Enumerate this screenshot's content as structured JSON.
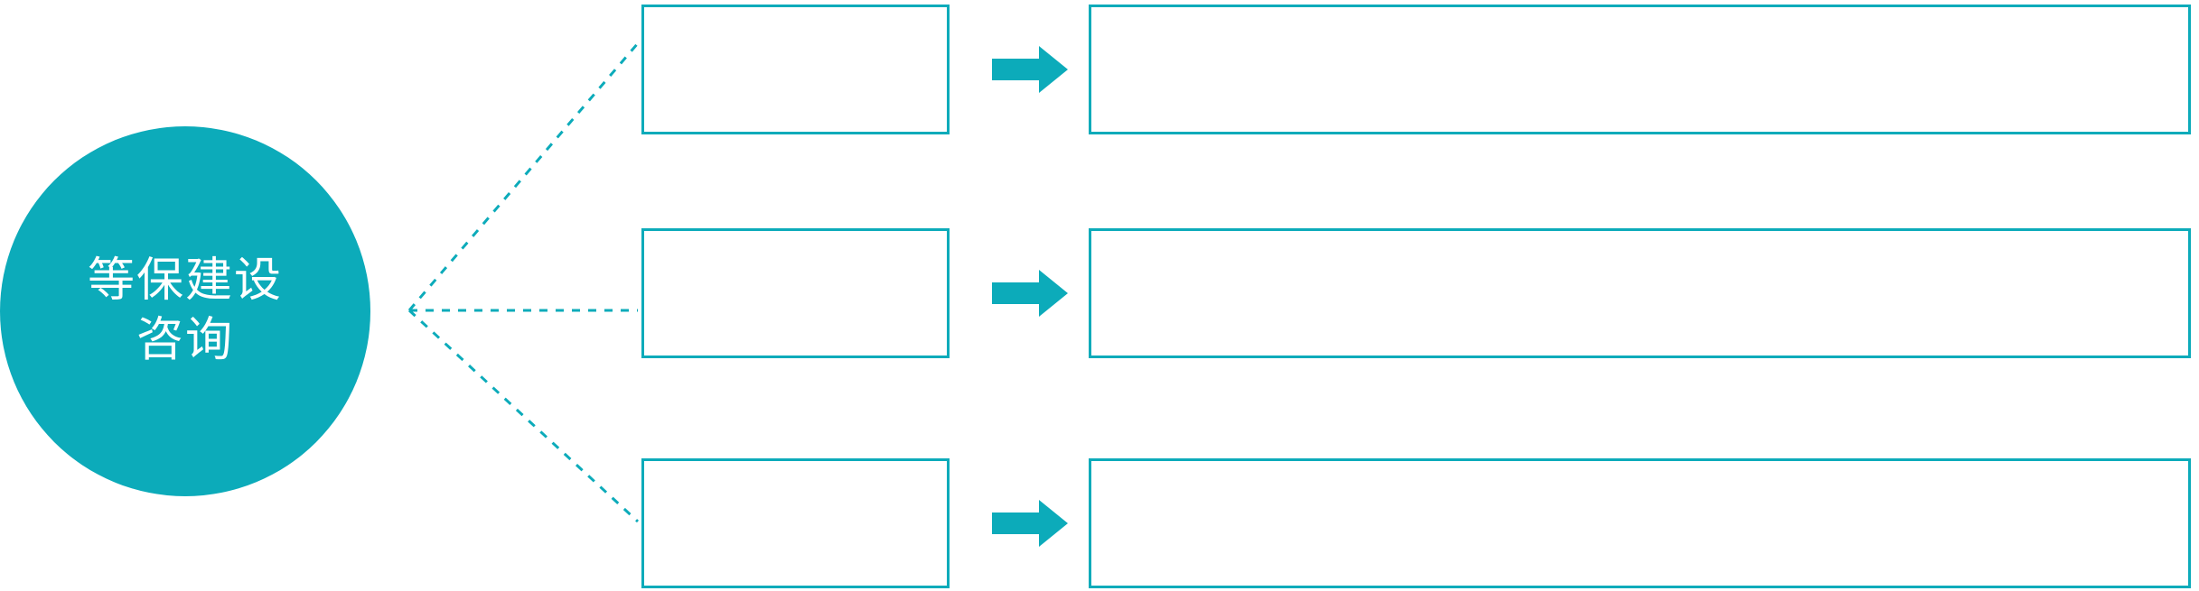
{
  "theme": {
    "accent": "#0CABBA",
    "box_border": "#0CABBA",
    "hub_text_color": "#FFFFFF",
    "background": "#FFFFFF",
    "connector_style": "dotted"
  },
  "hub": {
    "name": "等保建设咨询",
    "line1": "等保建设",
    "line2": "咨询"
  },
  "rows": [
    {
      "title": "",
      "description": "",
      "arrow_icon": "right-arrow-icon"
    },
    {
      "title": "",
      "description": "",
      "arrow_icon": "right-arrow-icon"
    },
    {
      "title": "",
      "description": "",
      "arrow_icon": "right-arrow-icon"
    }
  ]
}
